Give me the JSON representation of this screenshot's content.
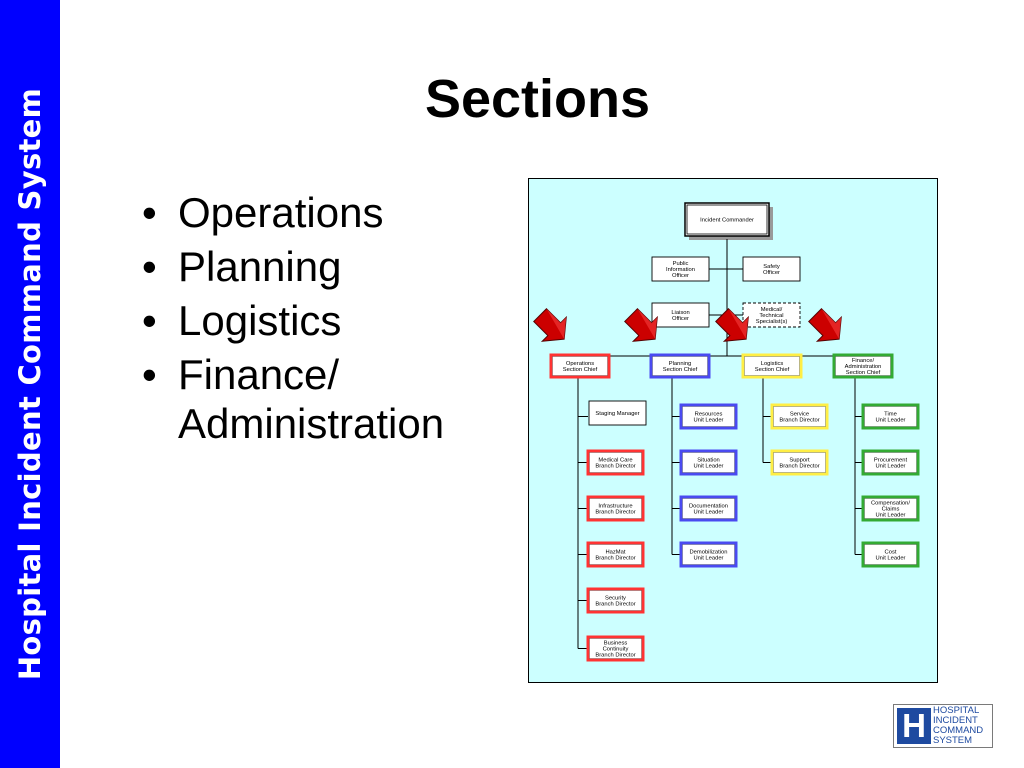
{
  "sidebar": {
    "title": "Hospital Incident Command System"
  },
  "slide": {
    "title": "Sections",
    "bullets": [
      "Operations",
      "Planning",
      "Logistics"
    ],
    "bullet_last_line1": "Finance/",
    "bullet_last_line2": "Administration"
  },
  "colors": {
    "sidebar": "#0000ff",
    "chart_bg": "#ccffff",
    "operations": "#ff3333",
    "planning": "#4a4af0",
    "logistics": "#ffee44",
    "finance": "#33aa33",
    "arrow": "#cc0000"
  },
  "org_chart": {
    "commander": {
      "label": [
        "Incident Commander"
      ],
      "style": "command"
    },
    "command_staff": [
      {
        "key": "pio",
        "label": [
          "Public",
          "Information",
          "Officer"
        ],
        "style": "plain"
      },
      {
        "key": "safety",
        "label": [
          "Safety",
          "Officer"
        ],
        "style": "plain"
      },
      {
        "key": "liaison",
        "label": [
          "Liaison",
          "Officer"
        ],
        "style": "plain"
      },
      {
        "key": "medtech",
        "label": [
          "Medical/",
          "Technical",
          "Specialist(s)"
        ],
        "style": "dashed"
      }
    ],
    "sections": [
      {
        "key": "operations",
        "label": [
          "Operations",
          "Section Chief"
        ],
        "color_key": "operations",
        "units": [
          [
            "Staging Manager"
          ],
          [
            "Medical Care",
            "Branch Director"
          ],
          [
            "Infrastructure",
            "Branch Director"
          ],
          [
            "HazMat",
            "Branch Director"
          ],
          [
            "Security",
            "Branch Director"
          ],
          [
            "Business",
            "Continuity",
            "Branch Director"
          ]
        ]
      },
      {
        "key": "planning",
        "label": [
          "Planning",
          "Section Chief"
        ],
        "color_key": "planning",
        "units": [
          [
            "Resources",
            "Unit Leader"
          ],
          [
            "Situation",
            "Unit Leader"
          ],
          [
            "Documentation",
            "Unit Leader"
          ],
          [
            "Demobilization",
            "Unit Leader"
          ]
        ]
      },
      {
        "key": "logistics",
        "label": [
          "Logistics",
          "Section Chief"
        ],
        "color_key": "logistics",
        "units": [
          [
            "Service",
            "Branch Director"
          ],
          [
            "Support",
            "Branch Director"
          ]
        ]
      },
      {
        "key": "finance",
        "label": [
          "Finance/",
          "Administration",
          "Section Chief"
        ],
        "color_key": "finance",
        "units": [
          [
            "Time",
            "Unit Leader"
          ],
          [
            "Procurement",
            "Unit Leader"
          ],
          [
            "Compensation/",
            "Claims",
            "Unit Leader"
          ],
          [
            "Cost",
            "Unit Leader"
          ]
        ]
      }
    ]
  },
  "logo": {
    "letter": "H",
    "words": [
      "HOSPITAL",
      "INCIDENT",
      "COMMAND",
      "SYSTEM"
    ]
  }
}
